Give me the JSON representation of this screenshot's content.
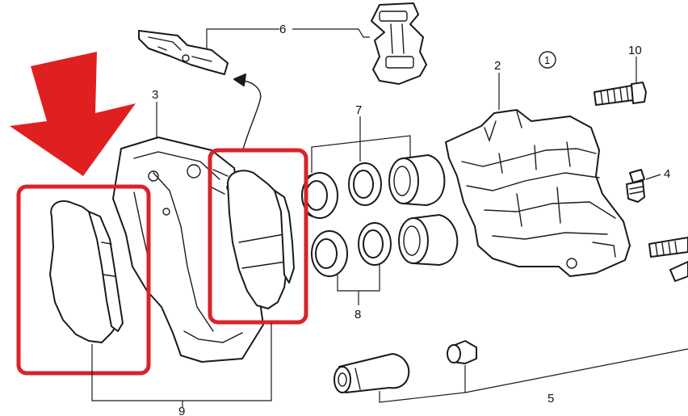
{
  "diagram": {
    "labels": {
      "p1": "1",
      "p2": "2",
      "p3": "3",
      "p4": "4",
      "p5": "5",
      "p6": "6",
      "p7": "7",
      "p8": "8",
      "p9": "9",
      "p10": "10"
    },
    "highlight_color": "#d9232a",
    "arrow_color": "#e02020",
    "line_color": "#1a1a1a"
  }
}
